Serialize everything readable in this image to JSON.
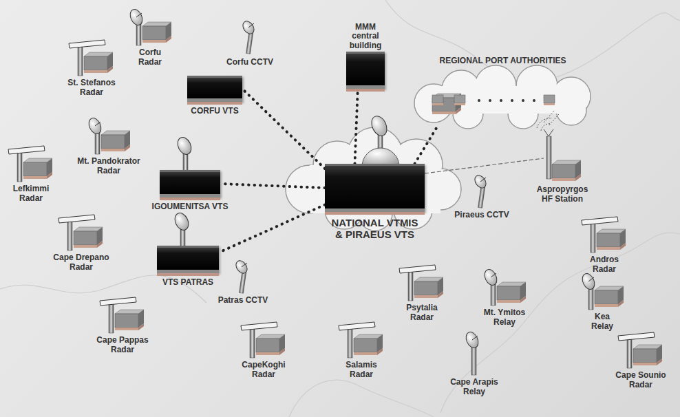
{
  "diagram": {
    "nodes": [
      {
        "text": [
          "St. Stefanos Radar"
        ]
      },
      {
        "text": [
          "Corfu Radar"
        ]
      },
      {
        "text": [
          "Corfu CCTV"
        ]
      },
      {
        "text": [
          "MMM central building"
        ]
      },
      {
        "text": [
          "REGIONAL PORT AUTHORITIES"
        ]
      },
      {
        "text": [
          "CORFU VTS"
        ]
      },
      {
        "text": [
          "Mt. Pandokrator Radar"
        ]
      },
      {
        "text": [
          "Lefkimmi Radar"
        ]
      },
      {
        "text": [
          "IGOUMENITSA VTS"
        ]
      },
      {
        "text": [
          "NATIONAL VTMIS & PIRAEUS VTS"
        ]
      },
      {
        "text": [
          "Aspropyrgos HF Station"
        ]
      },
      {
        "text": [
          "Piraeus CCTV"
        ]
      },
      {
        "text": [
          "Cape Drepano Radar"
        ]
      },
      {
        "text": [
          "Andros Radar"
        ]
      },
      {
        "text": [
          "VTS PATRAS"
        ]
      },
      {
        "text": [
          "Patras CCTV"
        ]
      },
      {
        "text": [
          "Psytalia Radar"
        ]
      },
      {
        "text": [
          "Mt. Ymitos Relay"
        ]
      },
      {
        "text": [
          "Kea Relay"
        ]
      },
      {
        "text": [
          "Cape Pappas Radar"
        ]
      },
      {
        "text": [
          "CapeKoghi Radar"
        ]
      },
      {
        "text": [
          "Salamis Radar"
        ]
      },
      {
        "text": [
          "Cape Arapis Relay"
        ]
      },
      {
        "text": [
          "Cape Sounio Radar"
        ]
      }
    ],
    "edges": [
      {
        "from": 9,
        "to": 3,
        "arrow": "none"
      },
      {
        "from": 9,
        "to": 4,
        "arrow": "none"
      },
      {
        "from": 9,
        "to": 5,
        "arrow": "none"
      },
      {
        "from": 9,
        "to": 8,
        "arrow": "none"
      },
      {
        "from": 9,
        "to": 14,
        "arrow": "none"
      },
      {
        "from": 9,
        "to": 10,
        "arrow": "none"
      }
    ]
  }
}
